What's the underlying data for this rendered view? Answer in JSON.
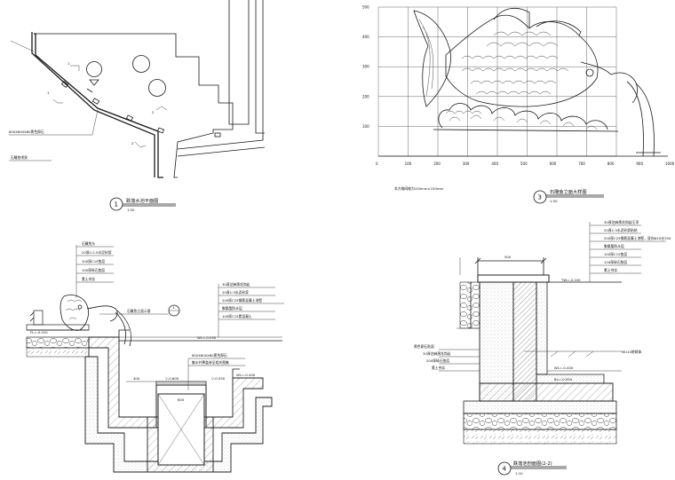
{
  "drawing_1": {
    "title": "跌落水池平面图",
    "scale": "1:50",
    "number": "1",
    "callout_1": "1",
    "callout_2": "2",
    "note_1": "600X600X80黑色卵石",
    "note_2": "石雕鱼喷泉"
  },
  "drawing_3": {
    "title": "石雕鱼立面大样图",
    "scale": "1:50",
    "number": "3",
    "grid_note": "本方格网格为100mm×100mm",
    "y_ticks": [
      "500",
      "400",
      "300",
      "200",
      "100"
    ],
    "x_ticks": [
      "0",
      "100",
      "200",
      "300",
      "400",
      "500",
      "600",
      "700",
      "800",
      "900",
      "1000"
    ]
  },
  "drawing_2": {
    "notes_top": [
      "石雕鱼头",
      "20厚1:2.5水泥砂浆",
      "100厚C15垫层",
      "100厚碎石垫层",
      "素土夯实"
    ],
    "fish_label": "石雕鱼立面示意",
    "section_symbol": "1",
    "notes_right": [
      "30厚芝麻黑花岗岩",
      "20厚1:3水泥砂浆",
      "200厚C25钢筋混凝土池壁",
      "聚氨酯防水层",
      "100厚C15素混凝土"
    ],
    "pit_note_1": "600X600X80黑色卵石",
    "pit_note_2": "集水井箅盖参见相关图集",
    "level_water": "WL=-0.050",
    "level_ground": "FL=-0.010",
    "level_pool": "WL=-0.400",
    "level_pit_left": "▽-0.600",
    "level_pit_right": "▽-0.550",
    "dim_pit": "600",
    "dim_side": "400"
  },
  "drawing_4": {
    "title": "跌落池剖面图(2-2)",
    "scale": "1:10",
    "number": "4",
    "dim_top": "500",
    "notes_right": [
      "30厚芝麻黑花岗岩压顶",
      "20厚1:3水泥砂浆粘结",
      "200厚C25钢筋混凝土池壁，双向Φ10@150",
      "聚氨酯防水层",
      "100厚C15垫层",
      "100厚碎石垫层",
      "素土夯实"
    ],
    "notes_left": [
      "黑色卵石贴面",
      "30厚芝麻黑花岗岩",
      "200厚碎石垫层",
      "素土夯实"
    ],
    "level_top": "TW=-0.100",
    "level_water": "WL=-0.400",
    "level_bottom": "BL=-0.550",
    "wall_note": "MU10砖砌体"
  }
}
